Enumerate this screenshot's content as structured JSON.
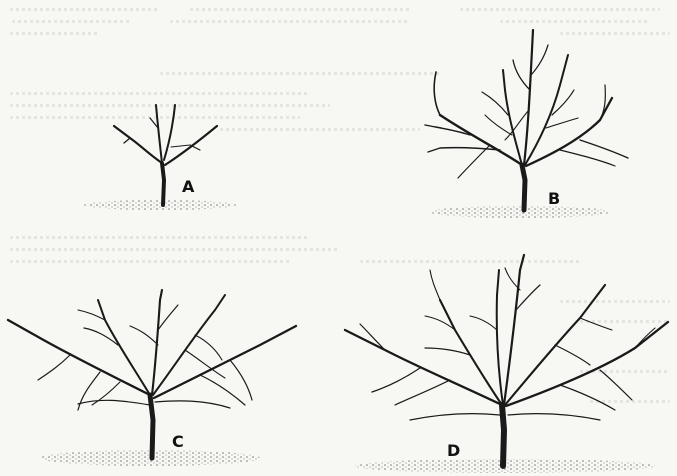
{
  "figure": {
    "trees": [
      {
        "id": "A",
        "label": "A"
      },
      {
        "id": "B",
        "label": "B"
      },
      {
        "id": "C",
        "label": "C"
      },
      {
        "id": "D",
        "label": "D"
      }
    ]
  }
}
